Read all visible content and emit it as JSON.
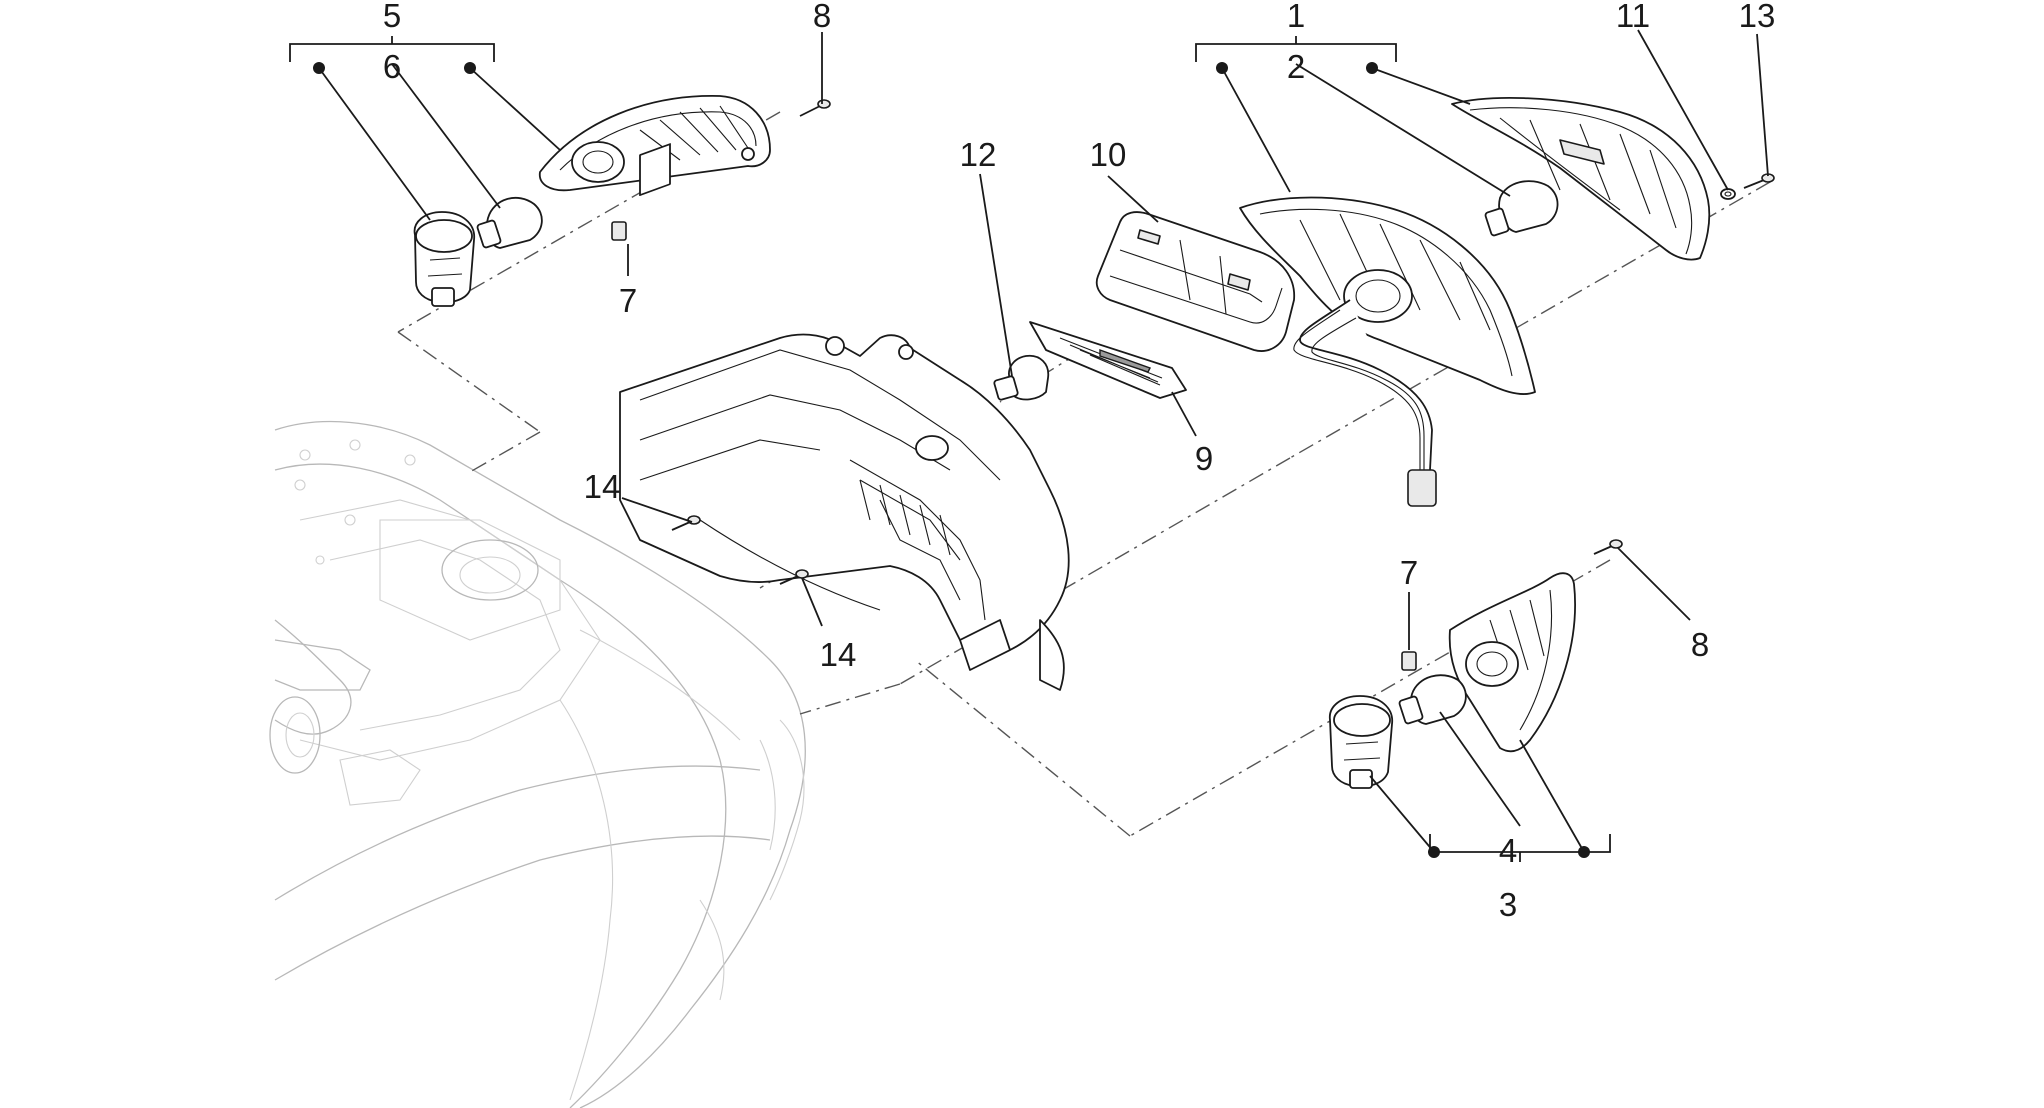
{
  "diagram": {
    "callouts": {
      "c1": "1",
      "c2": "2",
      "c3": "3",
      "c4": "4",
      "c5": "5",
      "c6": "6",
      "c7a": "7",
      "c7b": "7",
      "c8a": "8",
      "c8b": "8",
      "c9": "9",
      "c10": "10",
      "c11": "11",
      "c12": "12",
      "c13": "13",
      "c14a": "14",
      "c14b": "14"
    }
  }
}
